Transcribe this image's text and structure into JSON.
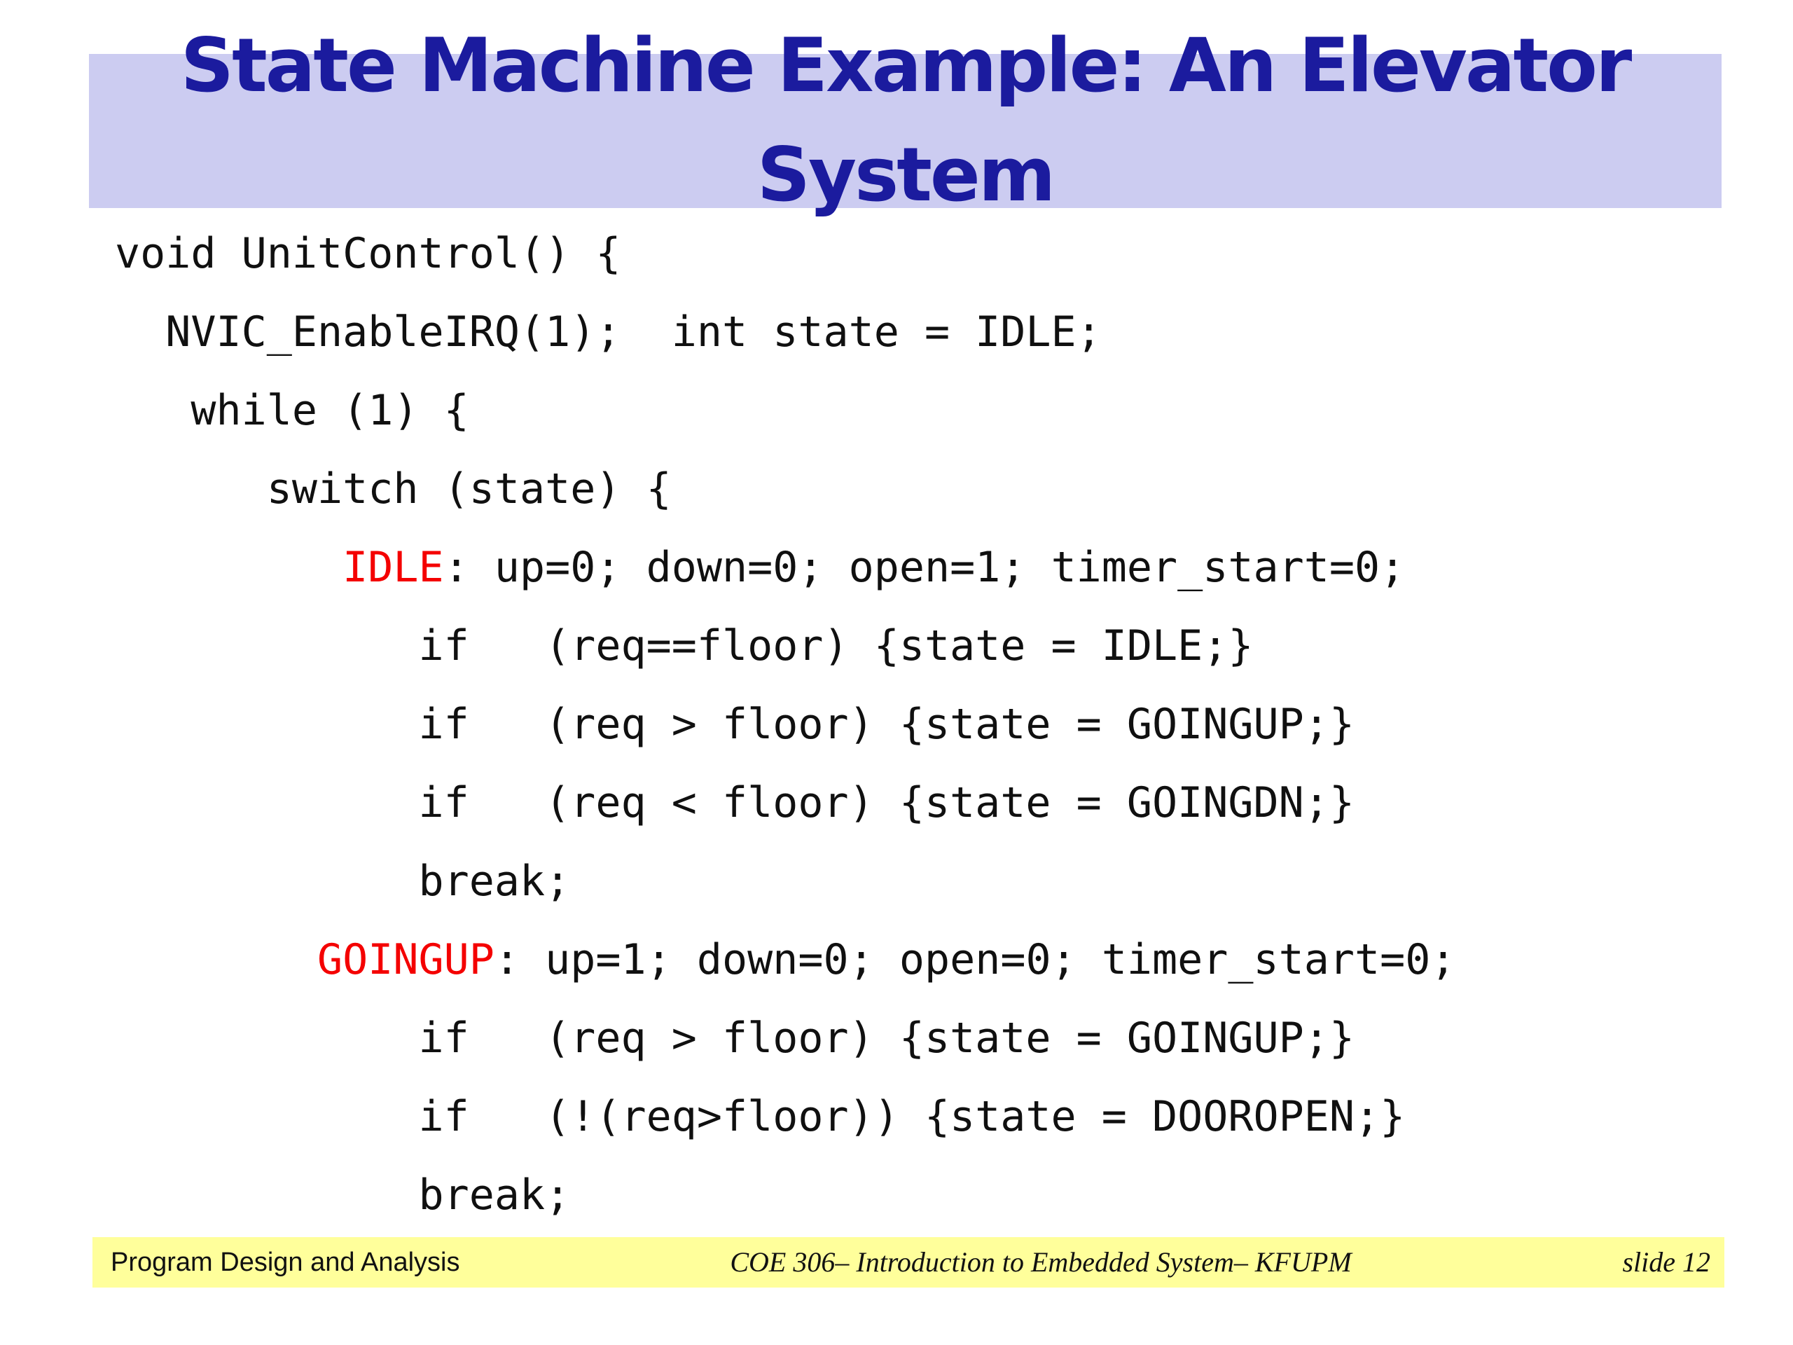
{
  "slide": {
    "title": {
      "line1": "State Machine Example: An Elevator",
      "line2": "System"
    },
    "code": {
      "lines": [
        {
          "keyword": "",
          "text": "void UnitControl() {"
        },
        {
          "keyword": "",
          "text": "  NVIC_EnableIRQ(1);  int state = IDLE;"
        },
        {
          "keyword": "",
          "text": "   while (1) {"
        },
        {
          "keyword": "",
          "text": "      switch (state) {"
        },
        {
          "keyword": "         IDLE",
          "text": ": up=0; down=0; open=1; timer_start=0;"
        },
        {
          "keyword": "",
          "text": "            if   (req==floor) {state = IDLE;}"
        },
        {
          "keyword": "",
          "text": "            if   (req > floor) {state = GOINGUP;}"
        },
        {
          "keyword": "",
          "text": "            if   (req < floor) {state = GOINGDN;}"
        },
        {
          "keyword": "",
          "text": "            break;"
        },
        {
          "keyword": "        GOINGUP",
          "text": ": up=1; down=0; open=0; timer_start=0;"
        },
        {
          "keyword": "",
          "text": "            if   (req > floor) {state = GOINGUP;}"
        },
        {
          "keyword": "",
          "text": "            if   (!(req>floor)) {state = DOOROPEN;}"
        },
        {
          "keyword": "",
          "text": "            break;"
        }
      ]
    },
    "footer": {
      "left": "Program Design and Analysis",
      "center": "COE 306– Introduction to Embedded System– KFUPM",
      "right": "slide 12"
    },
    "colors": {
      "title_text": "#1b1b9e",
      "title_band": "#ccccf1",
      "code_text": "#101010",
      "state_keyword_red": "#f40000",
      "footer_band": "#ffff9b",
      "background": "#ffffff"
    }
  }
}
